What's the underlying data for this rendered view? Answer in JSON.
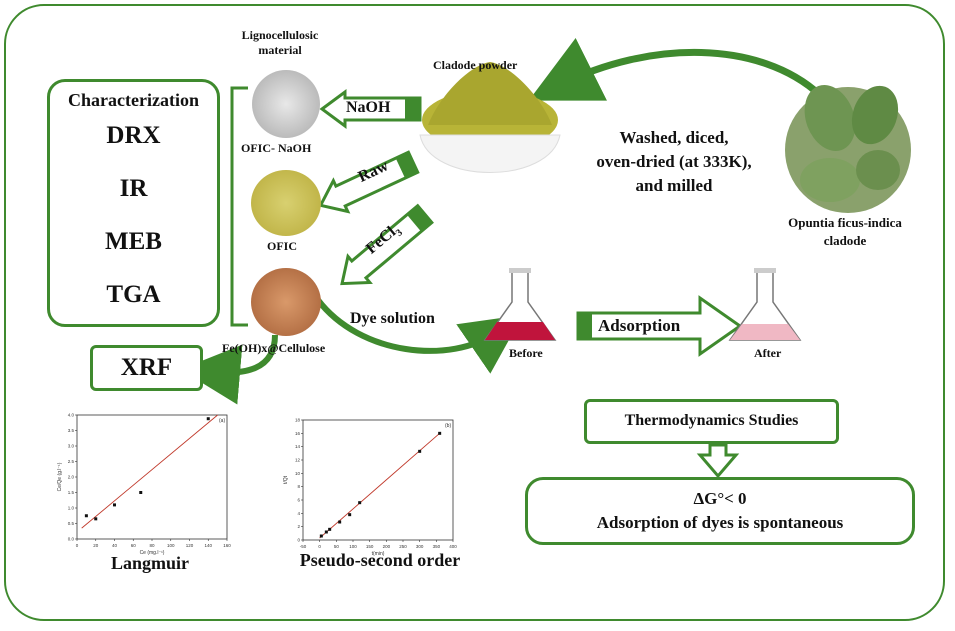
{
  "texts": {
    "lignocellulosic": "Lignocellulosic material",
    "cladode_powder": "Cladode powder",
    "naoh": "NaOH",
    "raw": "Raw",
    "fecl3_base": "FeCl",
    "fecl3_sub": "3",
    "ofic_naoh": "OFIC- NaOH",
    "ofic": "OFIC",
    "fe_cellulose": "Fe(OH)x@Cellulose",
    "washed": "Washed, diced,",
    "oven": "oven-dried (at 333K),",
    "milled": "and milled",
    "opuntia_1": "Opuntia ficus-indica",
    "opuntia_2": "cladode",
    "dye_solution": "Dye solution",
    "before": "Before",
    "after": "After",
    "adsorption": "Adsorption",
    "characterization": "Characterization",
    "drx": "DRX",
    "ir": "IR",
    "meb": "MEB",
    "tga": "TGA",
    "xrf": "XRF",
    "thermo": "Thermodynamics Studies",
    "delta_g": "ΔG°< 0",
    "spontaneous": "Adsorption of dyes is spontaneous",
    "langmuir": "Langmuir",
    "pseudo": "Pseudo-second order"
  },
  "colors": {
    "green": "#3f8a2e",
    "dye_red": "#c0143c",
    "dye_pink": "#f0b8c4",
    "fit_line": "#c0392b"
  },
  "chart_data": [
    {
      "type": "scatter",
      "panel_label": "(a)",
      "xlabel": "Ce (mg.l⁻¹)",
      "ylabel": "Ce/Qe (g.l⁻¹)",
      "xlim": [
        0,
        160
      ],
      "ylim": [
        0,
        4
      ],
      "xticks": [
        "0",
        "20",
        "40",
        "60",
        "80",
        "100",
        "120",
        "140",
        "160"
      ],
      "yticks": [
        "0.0",
        "0.5",
        "1.0",
        "1.5",
        "2.0",
        "2.5",
        "3.0",
        "3.5",
        "4.0"
      ],
      "points": [
        [
          10,
          0.75
        ],
        [
          20,
          0.65
        ],
        [
          40,
          1.1
        ],
        [
          68,
          1.5
        ],
        [
          140,
          3.88
        ]
      ],
      "fit_line": [
        [
          5,
          0.35
        ],
        [
          150,
          4.0
        ]
      ]
    },
    {
      "type": "scatter",
      "panel_label": "(b)",
      "xlabel": "t(min)",
      "ylabel": "t/Qt",
      "xlim": [
        -50,
        400
      ],
      "ylim": [
        0,
        18
      ],
      "xticks": [
        "-50",
        "0",
        "50",
        "100",
        "150",
        "200",
        "250",
        "300",
        "350",
        "400"
      ],
      "yticks": [
        "0",
        "2",
        "4",
        "6",
        "8",
        "10",
        "12",
        "14",
        "16",
        "18"
      ],
      "points": [
        [
          5,
          0.6
        ],
        [
          20,
          1.2
        ],
        [
          30,
          1.6
        ],
        [
          60,
          2.7
        ],
        [
          90,
          3.8
        ],
        [
          120,
          5.6
        ],
        [
          300,
          13.3
        ],
        [
          360,
          16.0
        ]
      ],
      "fit_line": [
        [
          0,
          0.3
        ],
        [
          360,
          16.0
        ]
      ]
    }
  ]
}
